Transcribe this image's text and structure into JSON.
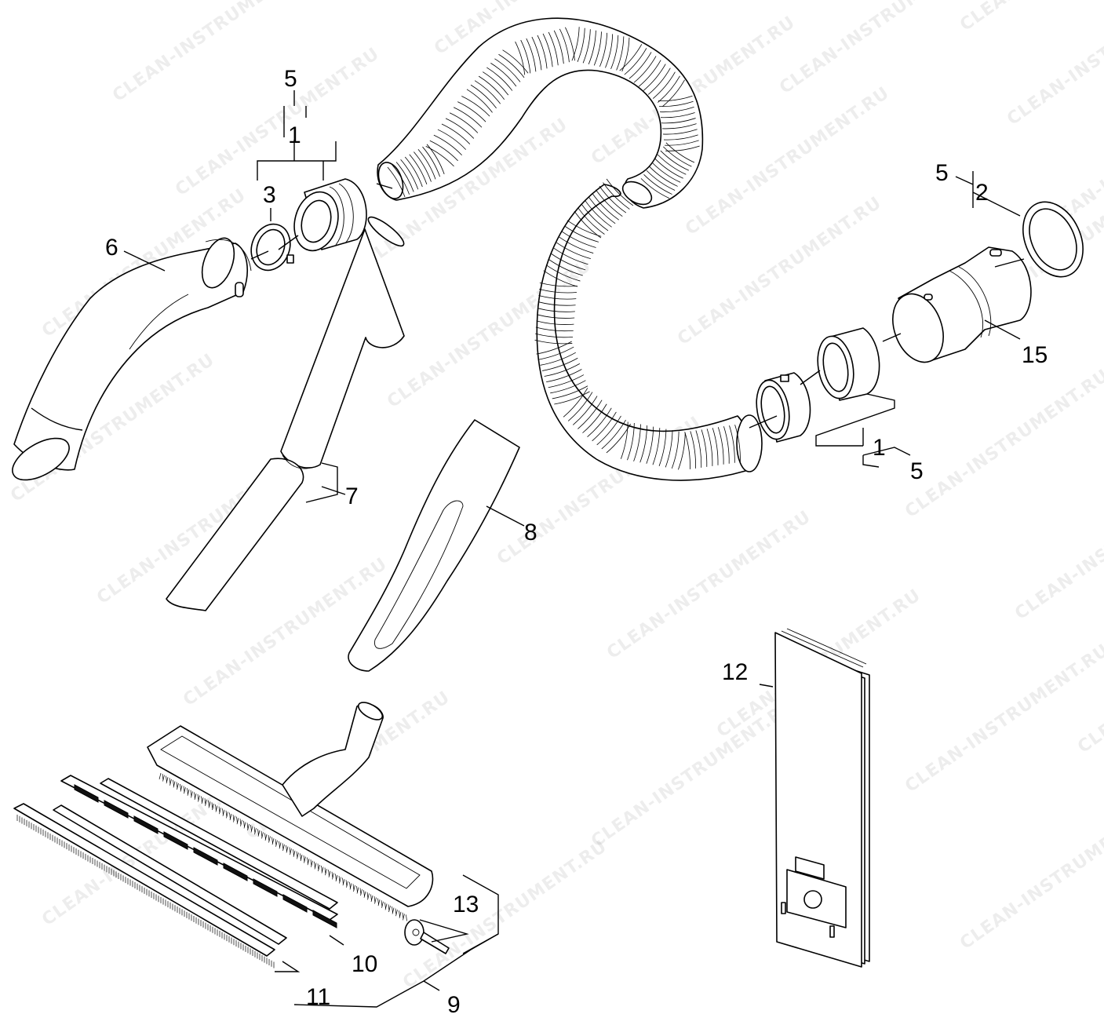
{
  "watermark": "CLEAN-INSTRUMENT.RU",
  "labels": {
    "l_5_top": "5",
    "l_1_top": "1",
    "l_3": "3",
    "l_6": "6",
    "l_7": "7",
    "l_8": "8",
    "l_5_right": "5",
    "l_2": "2",
    "l_15": "15",
    "l_1_bottom": "1",
    "l_5_bottom": "5",
    "l_12": "12",
    "l_13": "13",
    "l_10": "10",
    "l_11": "11",
    "l_9": "9"
  },
  "colors": {
    "line": "#000000",
    "background": "#ffffff"
  }
}
